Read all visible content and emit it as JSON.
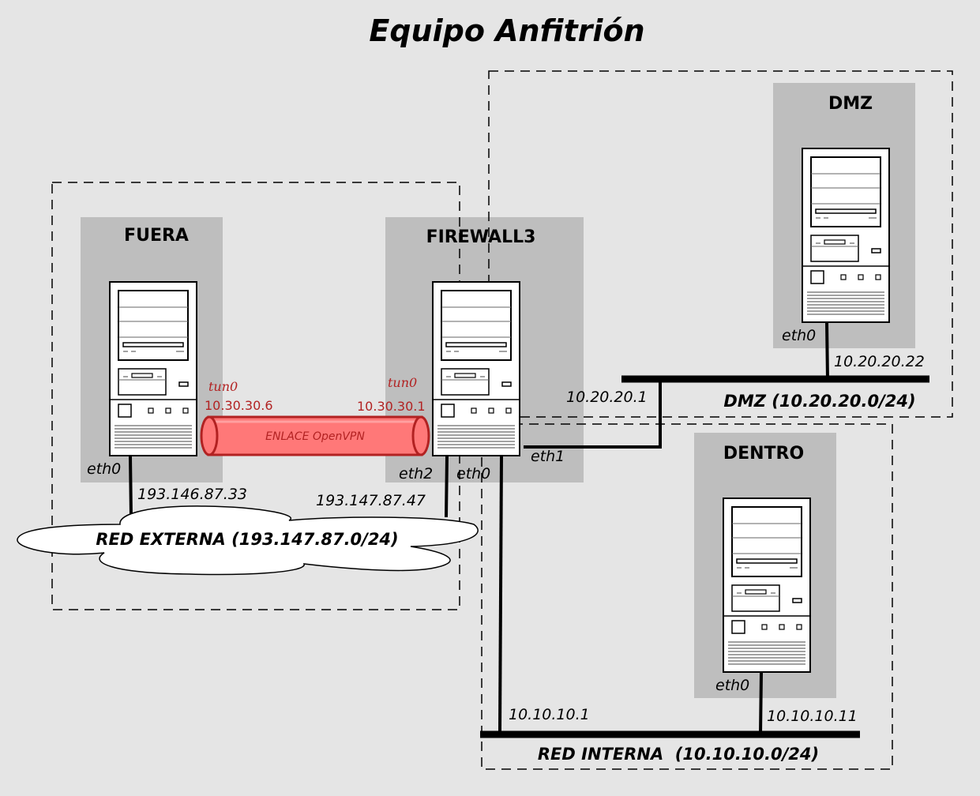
{
  "title": "Equipo Anfitrión",
  "hosts": {
    "fuera": {
      "name": "FUERA",
      "iface": "eth0",
      "ip": "193.146.87.33"
    },
    "firewall": {
      "name": "FIREWALL3",
      "iface_eth2": "eth2",
      "iface_eth0": "eth0",
      "iface_eth1": "eth1",
      "ip_ext": "193.147.87.47",
      "ip_dmz": "10.20.20.1",
      "ip_int": "10.10.10.1"
    },
    "dmz": {
      "name": "DMZ",
      "iface": "eth0",
      "ip": "10.20.20.22"
    },
    "dentro": {
      "name": "DENTRO",
      "iface": "eth0",
      "ip": "10.10.10.11"
    }
  },
  "tunnel": {
    "label": "ENLACE OpenVPN",
    "left_iface": "tun0",
    "left_ip": "10.30.30.6",
    "right_iface": "tun0",
    "right_ip": "10.30.30.1"
  },
  "networks": {
    "externa": "RED EXTERNA (193.147.87.0/24)",
    "dmz": "DMZ (10.20.20.0/24)",
    "interna": "RED INTERNA  (10.10.10.0/24)"
  },
  "colors": {
    "background": "#e5e5e5",
    "host_box": "#bebebe",
    "tunnel_fill": "#ff7878",
    "tunnel_stroke": "#b22222"
  }
}
